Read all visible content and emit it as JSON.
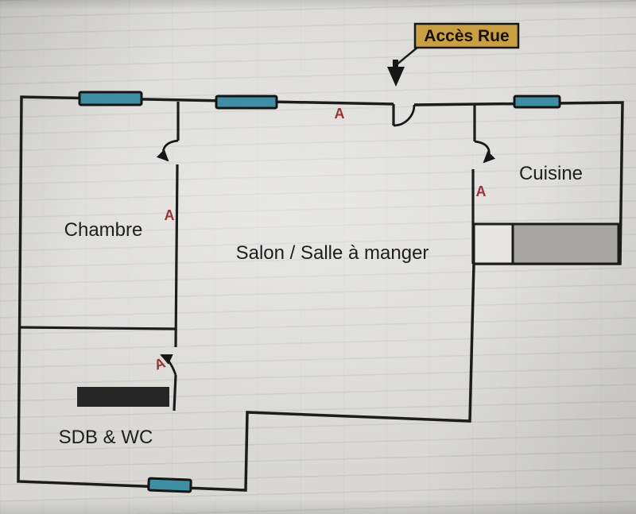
{
  "plan": {
    "access": {
      "label": "Accès Rue"
    },
    "rooms": [
      {
        "id": "chambre",
        "label": "Chambre"
      },
      {
        "id": "salon",
        "label": "Salon / Salle à manger"
      },
      {
        "id": "cuisine",
        "label": "Cuisine"
      },
      {
        "id": "sdb_wc",
        "label": "SDB & WC"
      }
    ],
    "door_markers": {
      "letter": "A",
      "count": 4
    },
    "colors": {
      "wall": "#1c1c1c",
      "window": "#3f8ea4",
      "access_bg": "#c89f43",
      "marker_red": "#993434",
      "counter_gray": "#a7a6a2",
      "fixture_black": "#262626",
      "paper": "#d8d7d4"
    }
  }
}
